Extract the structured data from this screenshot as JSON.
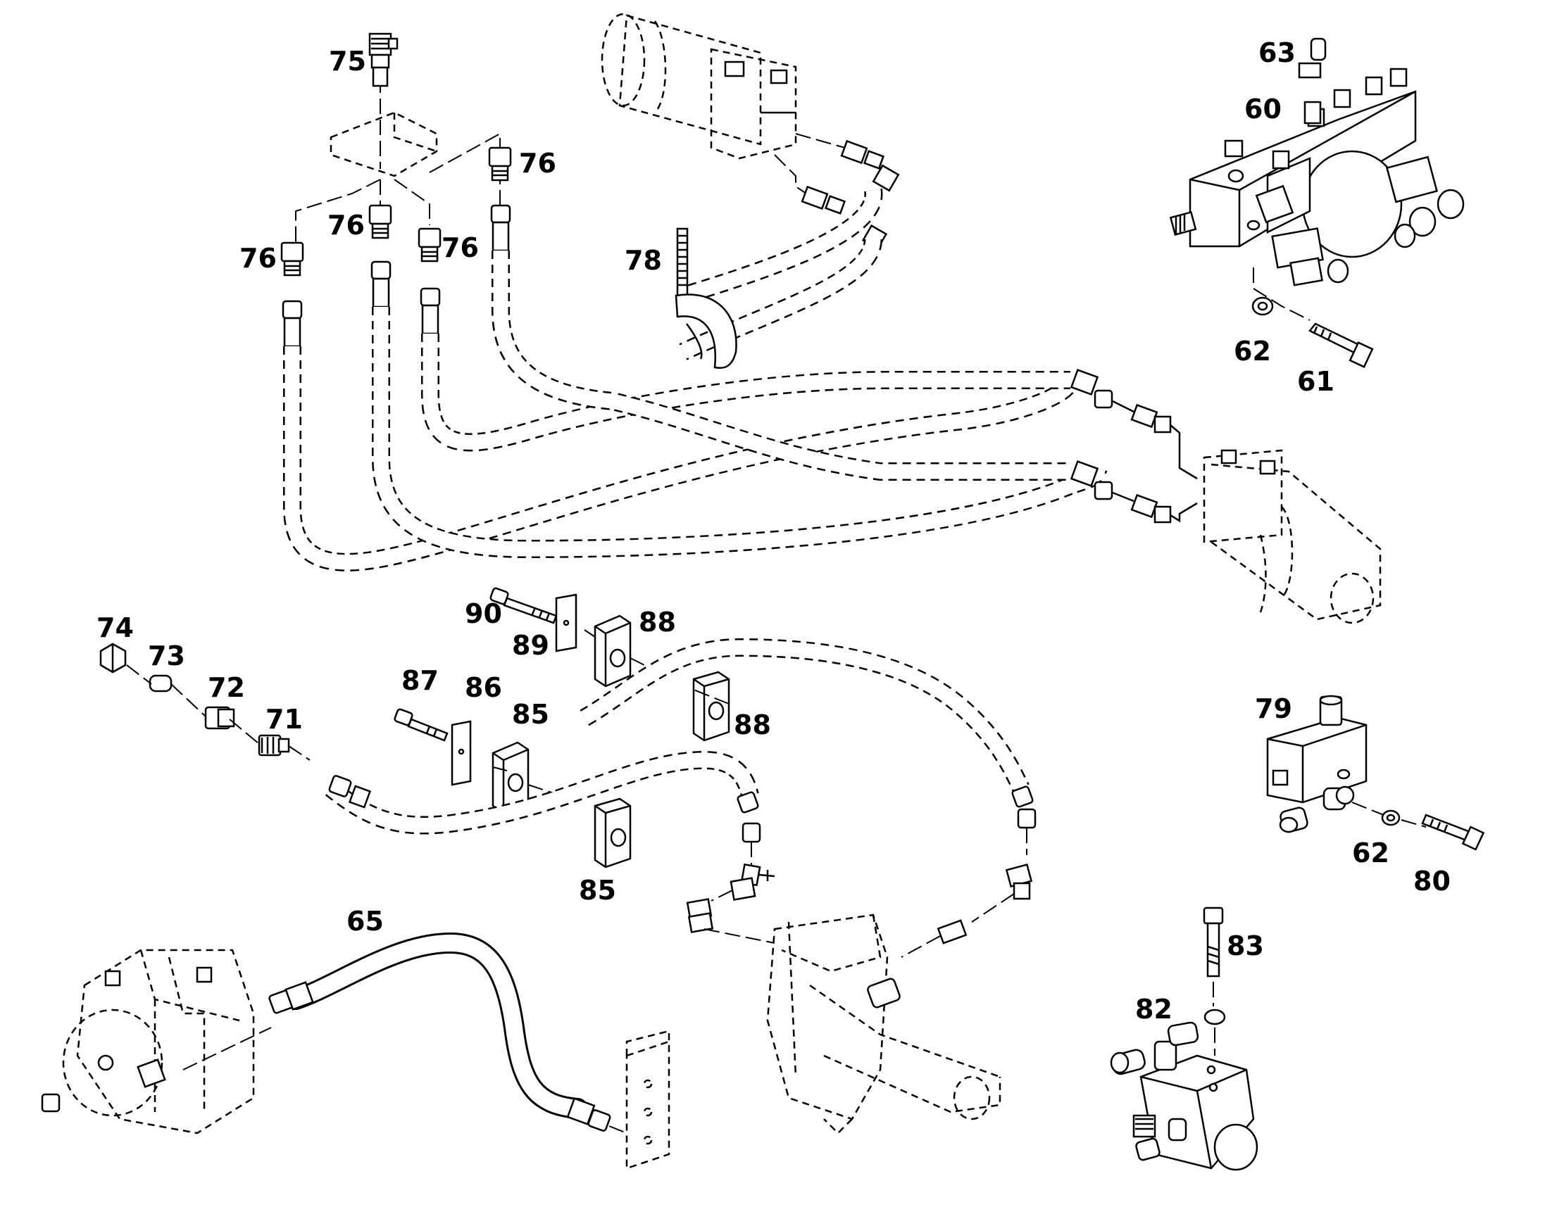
{
  "diagram": {
    "callouts": [
      {
        "id": "c75",
        "text": "75"
      },
      {
        "id": "c76a",
        "text": "76"
      },
      {
        "id": "c76b",
        "text": "76"
      },
      {
        "id": "c76c",
        "text": "76"
      },
      {
        "id": "c76d",
        "text": "76"
      },
      {
        "id": "c78",
        "text": "78"
      },
      {
        "id": "c63",
        "text": "63"
      },
      {
        "id": "c60",
        "text": "60"
      },
      {
        "id": "c62a",
        "text": "62"
      },
      {
        "id": "c61",
        "text": "61"
      },
      {
        "id": "c74",
        "text": "74"
      },
      {
        "id": "c73",
        "text": "73"
      },
      {
        "id": "c72",
        "text": "72"
      },
      {
        "id": "c71",
        "text": "71"
      },
      {
        "id": "c90",
        "text": "90"
      },
      {
        "id": "c89",
        "text": "89"
      },
      {
        "id": "c88a",
        "text": "88"
      },
      {
        "id": "c88b",
        "text": "88"
      },
      {
        "id": "c87",
        "text": "87"
      },
      {
        "id": "c86",
        "text": "86"
      },
      {
        "id": "c85a",
        "text": "85"
      },
      {
        "id": "c85b",
        "text": "85"
      },
      {
        "id": "c79",
        "text": "79"
      },
      {
        "id": "c62b",
        "text": "62"
      },
      {
        "id": "c80",
        "text": "80"
      },
      {
        "id": "c65",
        "text": "65"
      },
      {
        "id": "c83",
        "text": "83"
      },
      {
        "id": "c82",
        "text": "82"
      }
    ]
  }
}
